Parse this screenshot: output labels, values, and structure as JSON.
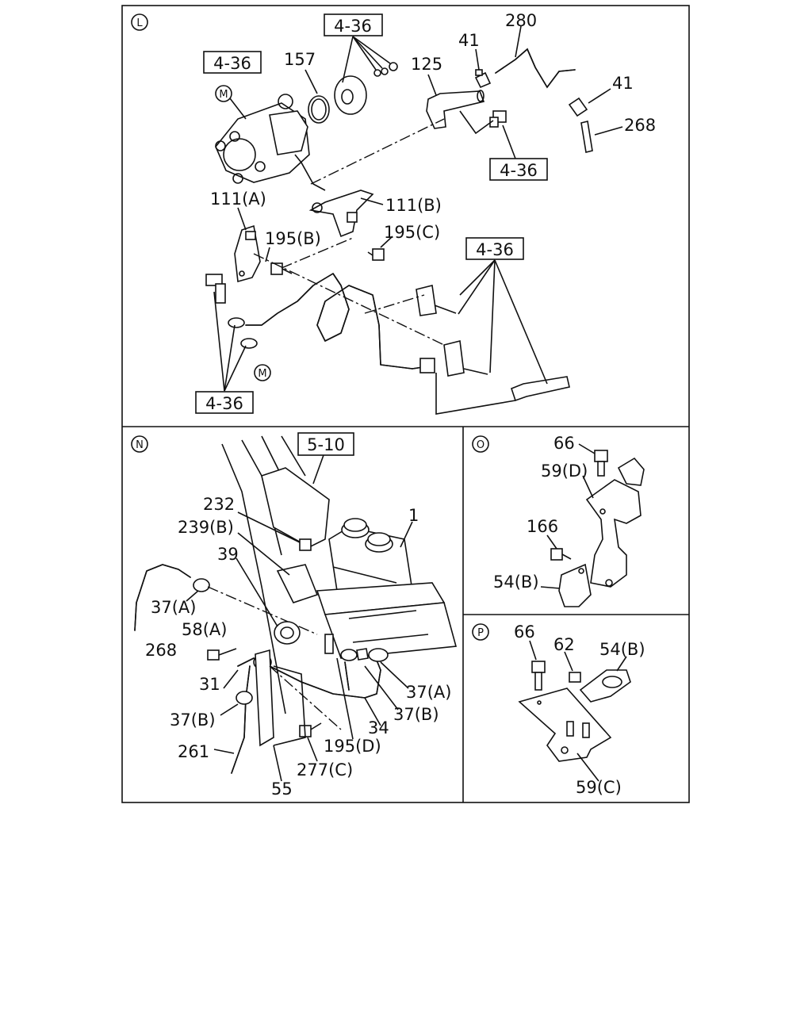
{
  "panels": [
    {
      "id": "L",
      "letter": "L",
      "refs": [
        "4-36",
        "4-36",
        "4-36",
        "4-36",
        "4-36"
      ],
      "labels": [
        "157",
        "280",
        "41",
        "125",
        "41",
        "268",
        "111(A)",
        "111(B)",
        "195(B)",
        "195(C)"
      ],
      "markers": [
        "M",
        "M"
      ]
    },
    {
      "id": "N",
      "letter": "N",
      "refs": [
        "5-10"
      ],
      "labels": [
        "1",
        "232",
        "239(B)",
        "39",
        "37(A)",
        "268",
        "58(A)",
        "31",
        "37(B)",
        "261",
        "55",
        "277(C)",
        "195(D)",
        "34",
        "37(B)",
        "37(A)"
      ]
    },
    {
      "id": "O",
      "letter": "O",
      "labels": [
        "66",
        "59(D)",
        "166",
        "54(B)"
      ]
    },
    {
      "id": "P",
      "letter": "P",
      "labels": [
        "66",
        "62",
        "54(B)",
        "59(C)"
      ]
    }
  ]
}
